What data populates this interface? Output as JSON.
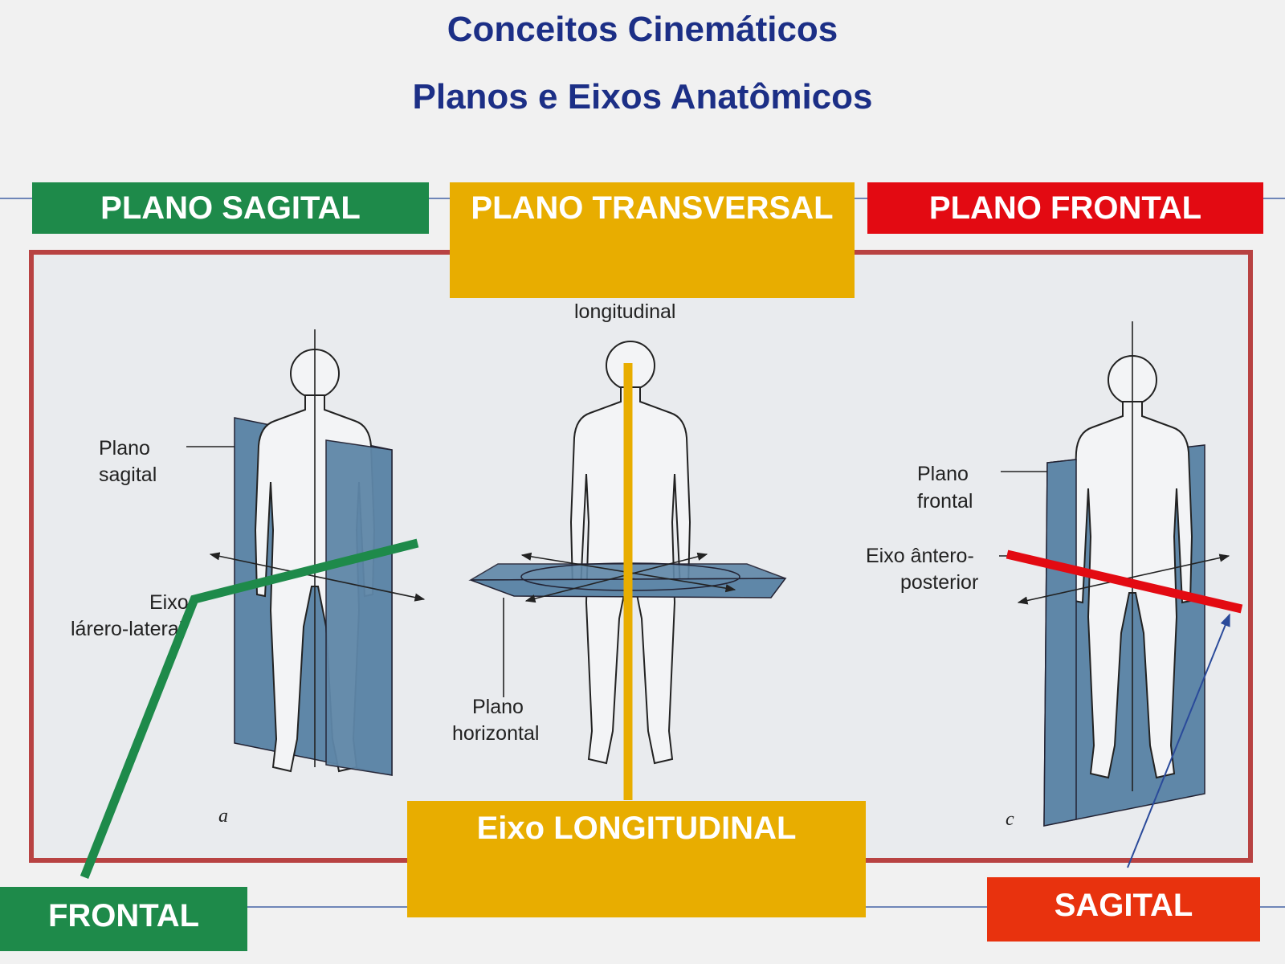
{
  "title": "Conceitos Cinemáticos",
  "subtitle": "Planos e Eixos Anatômicos",
  "boxes": {
    "plano_sagital": "PLANO SAGITAL",
    "plano_transversal": "PLANO TRANSVERSAL",
    "plano_frontal": "PLANO FRONTAL",
    "eixo_longitudinal": "Eixo LONGITUDINAL",
    "frontal": "FRONTAL",
    "sagital": "SAGITAL"
  },
  "figure": {
    "a": {
      "plane_label_1": "Plano",
      "plane_label_2": "sagital",
      "axis_label_1": "Eixo",
      "axis_label_2": "lárero-lateral",
      "letter": "a"
    },
    "b": {
      "axis_label": "longitudinal",
      "plane_label_1": "Plano",
      "plane_label_2": "horizontal"
    },
    "c": {
      "plane_label_1": "Plano",
      "plane_label_2": "frontal",
      "axis_label_1": "Eixo ântero-",
      "axis_label_2": "posterior",
      "letter": "c"
    }
  },
  "colors": {
    "title": "#1c2f86",
    "green": "#1e8a4a",
    "yellow": "#e8ad00",
    "red": "#e30a12",
    "frame": "#b84242",
    "plane": "#5f87a8"
  }
}
